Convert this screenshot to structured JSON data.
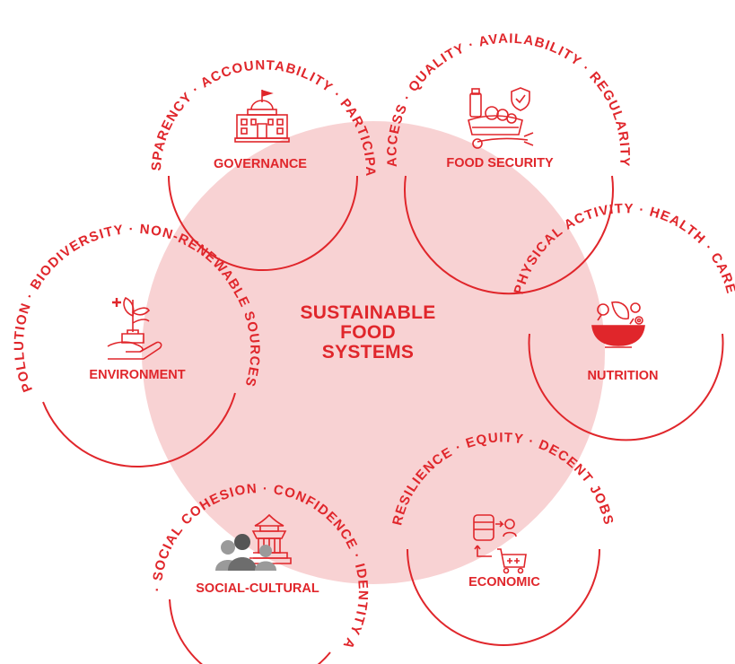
{
  "title": [
    "SUSTAINABLE",
    "FOOD",
    "SYSTEMS"
  ],
  "accent_color": "#e0262b",
  "center_fill": "#f8d2d3",
  "nodes": [
    {
      "id": "governance",
      "label": "GOVERNANCE",
      "icon": "government-building-icon",
      "arc_text": "TRANSPARENCY · ACCOUNTABILITY · PARTICIPATION"
    },
    {
      "id": "food-security",
      "label": "FOOD SECURITY",
      "icon": "groceries-shield-icon",
      "arc_text": "ACCESS · QUALITY · AVAILABILITY · REGULARITY"
    },
    {
      "id": "nutrition",
      "label": "NUTRITION",
      "icon": "salad-bowl-icon",
      "arc_text": "PHYSICAL ACTIVITY · HEALTH · CARE"
    },
    {
      "id": "economic",
      "label": "ECONOMIC",
      "icon": "shopping-cart-flow-icon",
      "arc_text": "RESILIENCE · EQUITY · DECENT JOBS"
    },
    {
      "id": "social-cultural",
      "label": "SOCIAL-CULTURAL",
      "icon": "people-temple-icon",
      "arc_text": "INEQUALITY · SOCIAL COHESION · CONFIDENCE · IDENTITY AND CULTURE"
    },
    {
      "id": "environment",
      "label": "ENVIRONMENT",
      "icon": "plant-in-hand-icon",
      "arc_text": "POLLUTION · BIODIVERSITY · NON-RENEWABLE SOURCES"
    }
  ]
}
